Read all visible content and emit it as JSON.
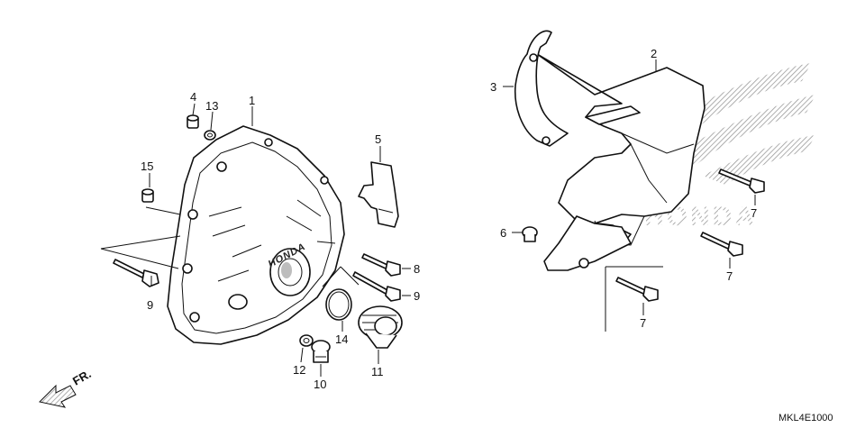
{
  "diagram": {
    "code": "MKL4E1000",
    "brand_text": "HONDA",
    "direction_label": "FR.",
    "callouts": [
      "1",
      "2",
      "3",
      "4",
      "5",
      "6",
      "7",
      "7",
      "7",
      "8",
      "9",
      "9",
      "10",
      "11",
      "12",
      "13",
      "14",
      "15"
    ]
  }
}
